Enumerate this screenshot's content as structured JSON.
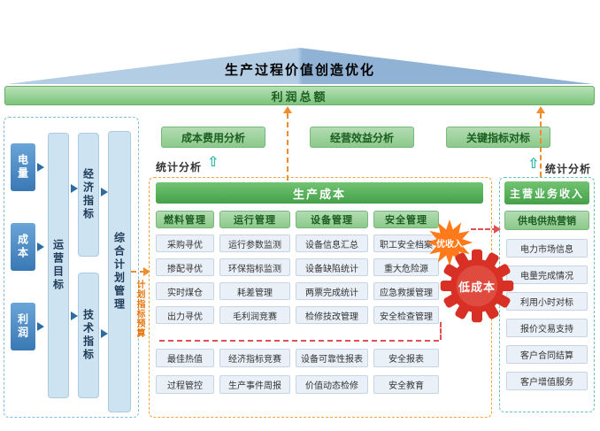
{
  "roof_title": "生产过程价值创造优化",
  "profit_bar": "利润总额",
  "left_panel": {
    "metrics": [
      "电量",
      "成本",
      "利润"
    ],
    "operation_target": "运营目标",
    "economic_indicator": "经济指标",
    "technical_indicator": "技术指标",
    "comprehensive_plan": "综合计划管理",
    "plan_budget_label": "计划指标预算"
  },
  "analysis": {
    "buttons": [
      "成本费用分析",
      "经营效益分析",
      "关键指标对标"
    ],
    "stat_left": "统计分析",
    "stat_right": "统计分析"
  },
  "production_cost": {
    "header": "生产成本",
    "columns": [
      {
        "header": "燃料管理",
        "items": [
          "采购寻优",
          "掺配寻优",
          "实时煤仓",
          "出力寻优"
        ],
        "extra": [
          "最佳热值",
          "过程管控"
        ]
      },
      {
        "header": "运行管理",
        "items": [
          "运行参数监测",
          "环保指标监测",
          "耗差管理",
          "毛利润竞赛"
        ],
        "extra": [
          "经济指标竞赛",
          "生产事件周报"
        ]
      },
      {
        "header": "设备管理",
        "items": [
          "设备信息汇总",
          "设备缺陷统计",
          "两票完成统计",
          "检修技改管理"
        ],
        "extra": [
          "设备可靠性报表",
          "价值动态检修"
        ]
      },
      {
        "header": "安全管理",
        "items": [
          "职工安全档案",
          "重大危险源",
          "应急救援管理",
          "安全检查管理"
        ],
        "extra": [
          "安全报表",
          "安全教育"
        ]
      }
    ]
  },
  "badges": {
    "income": "优收入",
    "low_cost": "低成本"
  },
  "revenue": {
    "header": "主营业务收入",
    "subheader": "供电供热营销",
    "items": [
      "电力市场信息",
      "电量完成情况",
      "利用小时对标",
      "报价交易支持",
      "客户合同结算",
      "客户增值服务"
    ]
  },
  "colors": {
    "green": "#4caf50",
    "blue": "#3a78b5",
    "orange": "#f08c2c",
    "red": "#d93025",
    "teal": "#29b6ae"
  }
}
